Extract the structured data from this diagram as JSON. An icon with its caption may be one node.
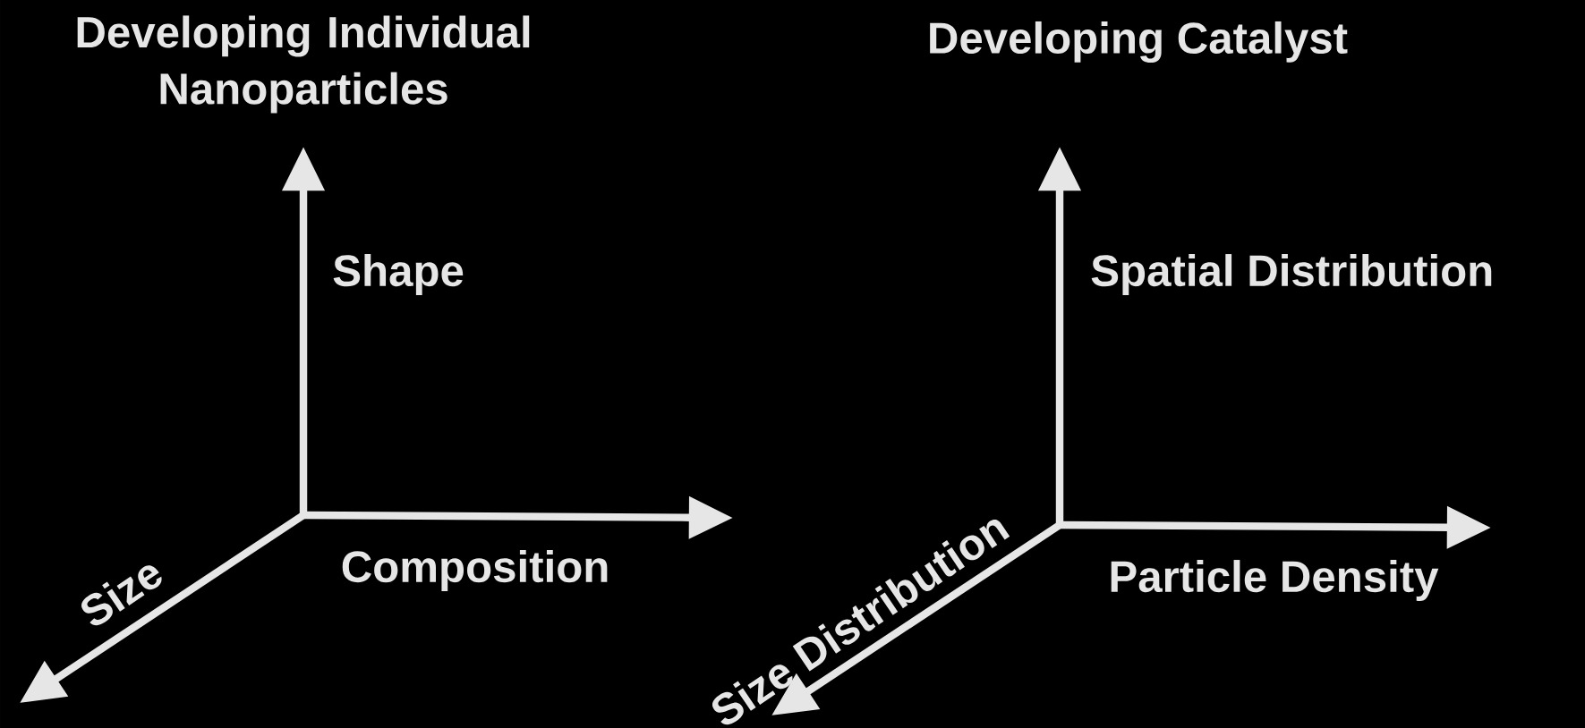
{
  "diagram": {
    "labels": [
      "Developing Individual Nanoparticles",
      "Shape",
      "Size",
      "Composition",
      "Developing Catalyst",
      "Spatial Distribution",
      "Size Distribution",
      "Particle Density"
    ]
  }
}
